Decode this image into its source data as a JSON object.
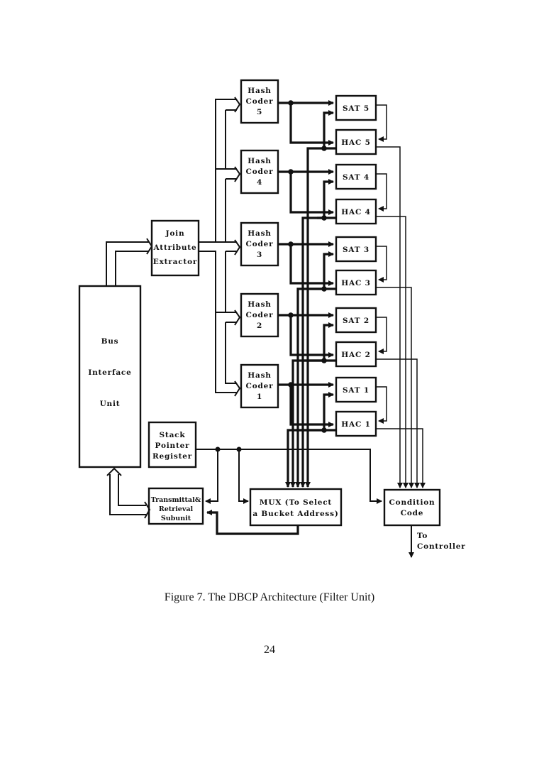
{
  "figure": {
    "caption": "Figure 7. The DBCP Architecture (Filter Unit)",
    "page_number": "24"
  },
  "blocks": {
    "bus_interface_unit": [
      "Bus",
      "Interface",
      "Unit"
    ],
    "join_attribute_extractor": [
      "Join",
      "Attribute",
      "Extractor"
    ],
    "stack_pointer_register": [
      "Stack",
      "Pointer",
      "Register"
    ],
    "transmittal_retrieval_subunit": [
      "Transmittal&",
      "Retrieval",
      "Subunit"
    ],
    "mux": [
      "MUX (To Select",
      "a Bucket Address)"
    ],
    "condition_code": [
      "Condition",
      "Code"
    ],
    "hash_coders": [
      {
        "line1": "Hash",
        "line2": "Coder",
        "line3": "5"
      },
      {
        "line1": "Hash",
        "line2": "Coder",
        "line3": "4"
      },
      {
        "line1": "Hash",
        "line2": "Coder",
        "line3": "3"
      },
      {
        "line1": "Hash",
        "line2": "Coder",
        "line3": "2"
      },
      {
        "line1": "Hash",
        "line2": "Coder",
        "line3": "1"
      }
    ],
    "sats": [
      "SAT 5",
      "SAT 4",
      "SAT 3",
      "SAT 2",
      "SAT 1"
    ],
    "hacs": [
      "HAC 5",
      "HAC 4",
      "HAC 3",
      "HAC 2",
      "HAC 1"
    ]
  },
  "labels": {
    "to_controller": [
      "To",
      "Controller"
    ]
  }
}
